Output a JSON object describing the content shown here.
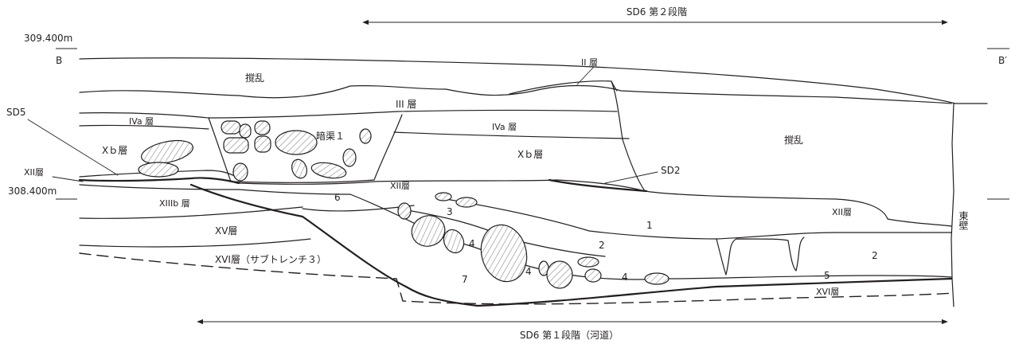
{
  "labels": {
    "phase2": "SD6 第２段階",
    "phase1": "SD6 第１段階（河道）",
    "elev_top": "309.400m",
    "elev_bottom": "308.400m",
    "point_b": "B",
    "point_b_prime": "B′",
    "sd5": "SD5",
    "sd2": "SD2",
    "layer_ii": "II 層",
    "disturb_top": "撹乱",
    "disturb_right": "撹乱",
    "layer_iii": "III 層",
    "layer_iva_left": "IVa 層",
    "layer_iva_right": "IVa 層",
    "drain": "暗渠１",
    "layer_xb_left": "Xｂ層",
    "layer_xb_right": "Xｂ層",
    "layer_xii_left": "XII層",
    "layer_xii_mid": "XII層",
    "layer_xii_right": "XII層",
    "layer_xiiib": "XIIIb 層",
    "layer_xv": "XV層",
    "layer_xvi_left": "XVI層（サブトレンチ３）",
    "layer_xvi_right": "XVI層",
    "east_wall": "東壁",
    "fill_1": "1",
    "fill_2a": "2",
    "fill_2b": "2",
    "fill_3": "3",
    "fill_4a": "4",
    "fill_4b": "4",
    "fill_4c": "4",
    "fill_5": "5",
    "fill_6": "6",
    "fill_7": "7"
  },
  "colors": {
    "line": "#231f20",
    "hatch": "#8a8a8a",
    "background": "#ffffff"
  }
}
